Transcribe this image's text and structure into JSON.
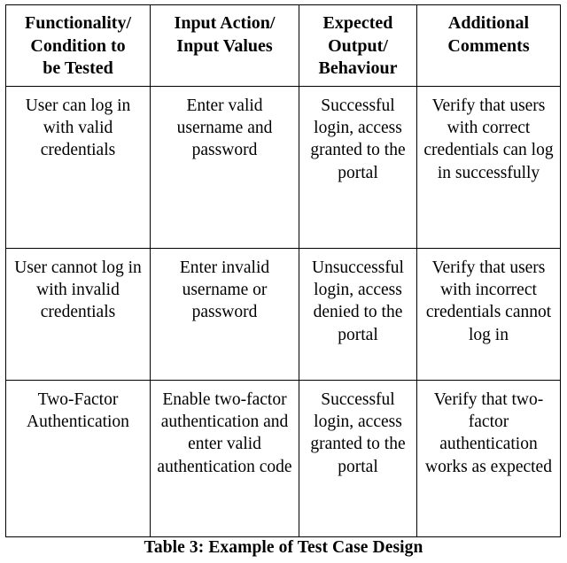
{
  "table": {
    "columns": [
      "Functionality/ Condition to be Tested",
      "Input Action/ Input Values",
      "Expected Output/ Behaviour",
      "Additional Comments"
    ],
    "headers": {
      "col1_line1": "Functionality/",
      "col1_line2": "Condition to",
      "col1_line3": "be Tested",
      "col2_line1": "Input Action/",
      "col2_line2": "Input Values",
      "col3_line1": "Expected",
      "col3_line2": "Output/",
      "col3_line3": "Behaviour",
      "col4_line1": "Additional",
      "col4_line2": "Comments"
    },
    "rows": [
      {
        "functionality": "User can log in with valid credentials",
        "input_action": "Enter valid username and password",
        "expected_output": "Successful login, access granted to the portal",
        "additional_comments": "Verify that users with correct credentials can log in successfully"
      },
      {
        "functionality": "User cannot log in with invalid credentials",
        "input_action": "Enter invalid username or password",
        "expected_output": "Unsuccessful login, access denied to the portal",
        "additional_comments": "Verify that users with incorrect credentials cannot log in"
      },
      {
        "functionality": "Two-Factor Authentication",
        "input_action": "Enable two-factor authentication and enter valid authentication code",
        "expected_output": "Successful login, access granted to the portal",
        "additional_comments": "Verify that two-factor authentication works as expected"
      }
    ]
  },
  "caption": "Table 3: Example of Test Case Design"
}
